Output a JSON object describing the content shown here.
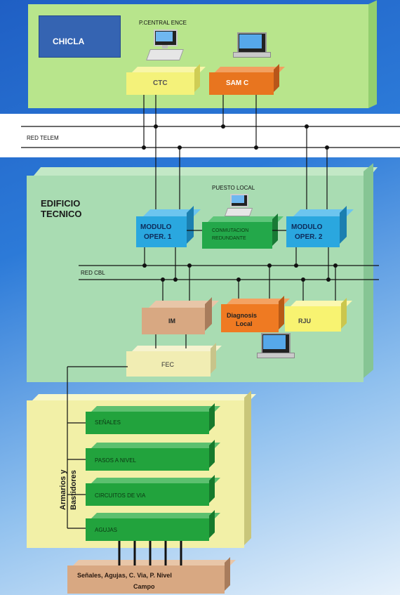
{
  "top": {
    "title": "CHICLA",
    "p_central": "P.CENTRAL ENCE",
    "ctc": "CTC",
    "samc": "SAM C"
  },
  "red_telem": "RED TELEM",
  "edificio": {
    "line1": "EDIFICIO",
    "line2": "TECNICO",
    "puesto_local": "PUESTO LOCAL",
    "modulo1_a": "MODULO",
    "modulo1_b": "OPER. 1",
    "modulo2_a": "MODULO",
    "modulo2_b": "OPER. 2",
    "conmutacion_a": "CONMUTACION",
    "conmutacion_b": "REDUNDANTE",
    "redcbl": "RED CBL",
    "im": "IM",
    "diag_a": "Diagnosis",
    "diag_b": "Local",
    "rju": "RJU",
    "fec": "FEC"
  },
  "armarios": {
    "title_a": "Armarios y",
    "title_b": "Bastidores",
    "items": [
      "SEÑALES",
      "PASOS A NIVEL",
      "CIRCUITOS DE VIA",
      "AGUJAS"
    ]
  },
  "campo": {
    "line1": "Señales, Agujas, C. Via, P. Nivel",
    "line2": "Campo"
  },
  "colors": {
    "panel_green": "#b7e58b",
    "panel_green_dark": "#8cc768",
    "edificio_panel": "#a9dcb2",
    "ctc_yellow": "#f4f27a",
    "samc_orange": "#e8751f",
    "modulo_blue": "#2aa7df",
    "conmut_green": "#23a84a",
    "im_tan": "#d8a882",
    "diag_orange": "#ef7a22",
    "rju_yellow": "#f8f371",
    "fec_beige": "#f1edb3",
    "armario_green": "#22a33d",
    "armarios_panel": "#f2f0a7",
    "campo_tan": "#d8a882",
    "chicla_blue": "#3564b2"
  }
}
